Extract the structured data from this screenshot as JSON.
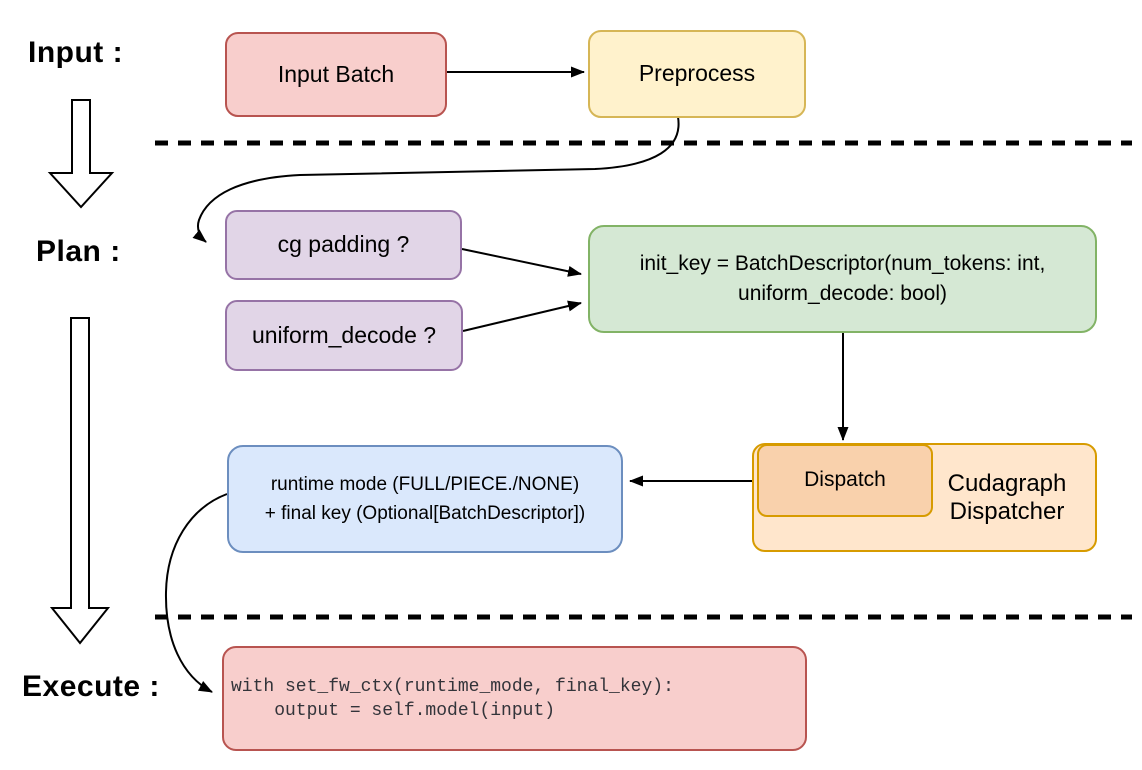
{
  "stage_labels": {
    "input": "Input :",
    "plan": "Plan :",
    "execute": "Execute :"
  },
  "nodes": {
    "input_batch": {
      "label": "Input Batch",
      "fill": "#F8CECC",
      "stroke": "#B85450"
    },
    "preprocess": {
      "label": "Preprocess",
      "fill": "#FFF2CC",
      "stroke": "#D6B656"
    },
    "cg_padding": {
      "label": "cg padding ?",
      "fill": "#E1D5E7",
      "stroke": "#9673A6"
    },
    "uniform_decode": {
      "label": "uniform_decode ?",
      "fill": "#E1D5E7",
      "stroke": "#9673A6"
    },
    "init_key": {
      "line1": "init_key = BatchDescriptor(num_tokens: int,",
      "line2": "uniform_decode: bool)",
      "fill": "#D5E8D4",
      "stroke": "#82B366"
    },
    "dispatch": {
      "label": "Dispatch",
      "fill": "#F9D1AC",
      "stroke": "#D79B00"
    },
    "cudagraph_dispatcher": {
      "line1": "Cudagraph",
      "line2": "Dispatcher",
      "fill": "#FFE6CC",
      "stroke": "#D79B00"
    },
    "runtime_result": {
      "line1": "runtime mode (FULL/PIECE./NONE)",
      "line2": "+ final key (Optional[BatchDescriptor])",
      "fill": "#DAE8FC",
      "stroke": "#6C8EBF"
    },
    "execute_code": {
      "line1": "with set_fw_ctx(runtime_mode, final_key):",
      "line2": "    output = self.model(input)",
      "fill": "#F8CECC",
      "stroke": "#B85450"
    }
  },
  "connector_color": "#000000"
}
